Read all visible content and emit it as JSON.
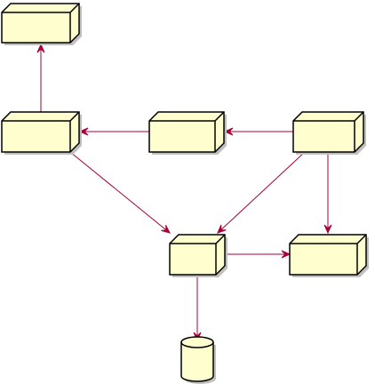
{
  "diagram": {
    "nodes": [
      {
        "id": "n1",
        "kind": "node",
        "label": ""
      },
      {
        "id": "n2",
        "kind": "node",
        "label": ""
      },
      {
        "id": "n3",
        "kind": "node",
        "label": ""
      },
      {
        "id": "n4",
        "kind": "node",
        "label": ""
      },
      {
        "id": "n5",
        "kind": "node",
        "label": ""
      },
      {
        "id": "n6",
        "kind": "node",
        "label": ""
      },
      {
        "id": "db1",
        "kind": "database",
        "label": ""
      }
    ],
    "edges": [
      {
        "from": "n2",
        "to": "n1"
      },
      {
        "from": "n3",
        "to": "n2"
      },
      {
        "from": "n4",
        "to": "n3"
      },
      {
        "from": "n2",
        "to": "n5"
      },
      {
        "from": "n4",
        "to": "n5"
      },
      {
        "from": "n4",
        "to": "n6"
      },
      {
        "from": "n5",
        "to": "n6"
      },
      {
        "from": "n5",
        "to": "db1"
      }
    ],
    "colors": {
      "fill": "#FEFECE",
      "stroke": "#000000",
      "edge": "#A80036",
      "shadow": "#C0C0C0"
    }
  }
}
